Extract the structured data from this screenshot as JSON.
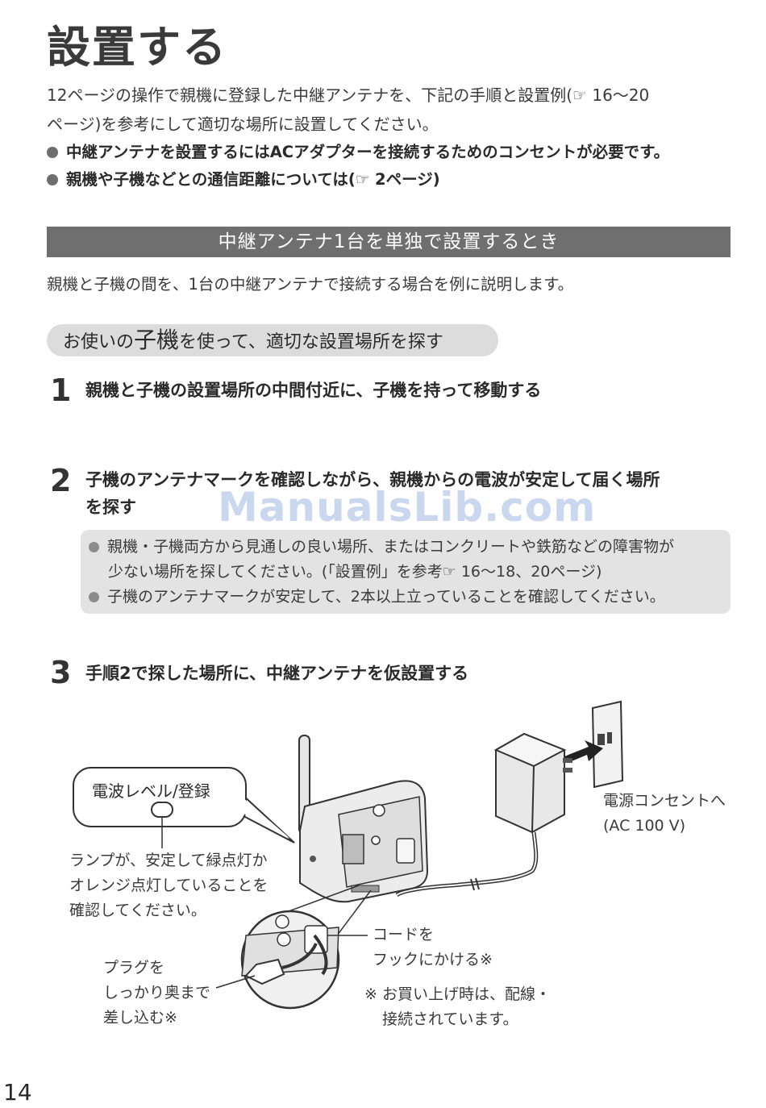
{
  "title": "設置する",
  "intro": {
    "line1": "12ページの操作で親機に登録した中継アンテナを、下記の手順と設置例(☞ 16〜20",
    "line2": "ページ)を参考にして適切な場所に設置してください。",
    "bullet1": "中継アンテナを設置するにはACアダプターを接続するためのコンセントが必要です。",
    "bullet2": "親機や子機などとの通信距離については(☞ 2ページ)"
  },
  "section": {
    "title": "中継アンテナ1台を単独で設置するとき",
    "description": "親機と子機の間を、1台の中継アンテナで接続する場合を例に説明します。"
  },
  "subheading": {
    "prefix": "お使いの",
    "emphasis": "子機",
    "suffix": "を使って、適切な設置場所を探す"
  },
  "steps": [
    {
      "num": "1",
      "text": "親機と子機の設置場所の中間付近に、子機を持って移動する"
    },
    {
      "num": "2",
      "text_line1": "子機のアンテナマークを確認しながら、親機からの電波が安定して届く場所",
      "text_line2": "を探す"
    },
    {
      "num": "3",
      "text": "手順2で探した場所に、中継アンテナを仮設置する"
    }
  ],
  "notes": {
    "note1_line1": "親機・子機両方から見通しの良い場所、またはコンクリートや鉄筋などの障害物が",
    "note1_line2": "少ない場所を探してください。(「設置例」を参考☞ 16〜18、20ページ)",
    "note2": "子機のアンテナマークが安定して、2本以上立っていることを確認してください。"
  },
  "watermark": "ManualsLib.com",
  "diagram": {
    "callout_label": "電波レベル/登録",
    "lamp_note": [
      "ランプが、安定して緑点灯か",
      "オレンジ点灯していることを",
      "確認してください。"
    ],
    "outlet_note": [
      "電源コンセントへ",
      "(AC 100 V)"
    ],
    "cord_note": [
      "コードを",
      "フックにかける※"
    ],
    "plug_note": [
      "プラグを",
      "しっかり奥まで",
      "差し込む※"
    ],
    "footnote": [
      "※ お買い上げ時は、配線・",
      "接続されています。"
    ]
  },
  "page_number": "14"
}
